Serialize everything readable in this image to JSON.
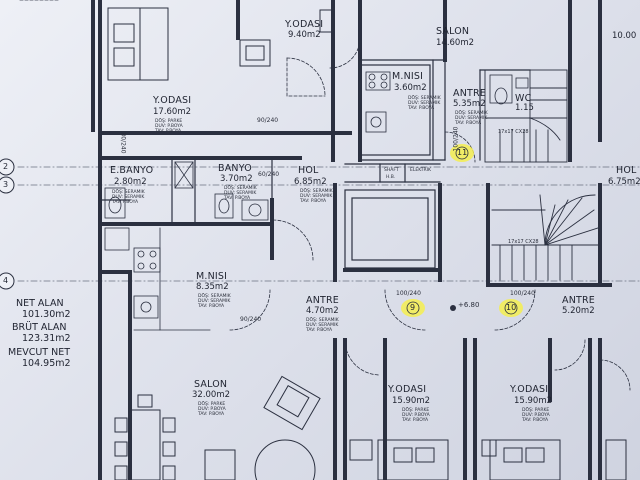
{
  "rooms": {
    "yodasi_top": {
      "name": "Y.ODASI",
      "area": "9.40m2"
    },
    "salon_top": {
      "name": "SALON",
      "area": "14.60m2"
    },
    "right_top": {
      "name": "",
      "area": "10.00"
    },
    "yodasi_left": {
      "name": "Y.ODASI",
      "area": "17.60m2"
    },
    "mnisi_top": {
      "name": "M.NISI",
      "area": "3.60m2"
    },
    "antre_top": {
      "name": "ANTRE",
      "area": "5.35m2"
    },
    "wc": {
      "name": "WC",
      "area": "1.15"
    },
    "ebanyo": {
      "name": "E.BANYO",
      "area": "2.80m2"
    },
    "banyo": {
      "name": "BANYO",
      "area": "3.70m2"
    },
    "hol": {
      "name": "HOL",
      "area": "6.85m2"
    },
    "hol_right": {
      "name": "HOL",
      "area": "6.75m2"
    },
    "mnisi_mid": {
      "name": "M.NISI",
      "area": "8.35m2"
    },
    "antre_mid": {
      "name": "ANTRE",
      "area": "4.70m2"
    },
    "antre_right": {
      "name": "ANTRE",
      "area": "5.20m2"
    },
    "salon_big": {
      "name": "SALON",
      "area": "32.00m2"
    },
    "yodasi_b1": {
      "name": "Y.ODASI",
      "area": "15.90m2"
    },
    "yodasi_b2": {
      "name": "Y.ODASI",
      "area": "15.90m2"
    }
  },
  "summary": {
    "net_label": "NET ALAN",
    "net_value": "101.30m2",
    "brut_label": "BRÜT ALAN",
    "brut_value": "123.31m2",
    "mevcut_label": "MEVCUT NET",
    "mevcut_value": "104.95m2"
  },
  "axes": [
    "2",
    "3",
    "4"
  ],
  "doors": {
    "d1": "90/240",
    "d2": "60/240",
    "d3": "90/240",
    "d4": "100/240",
    "d5": "100/240",
    "d6": "100/240",
    "d7": "80/240"
  },
  "markers": {
    "m9": "9",
    "m10": "10",
    "m11": "11",
    "elev": "+6.80"
  },
  "stairs": "17x17 CX28",
  "shaft_labels": {
    "a": "SHAFT",
    "b": "ELEKTRIK",
    "c": "H.B."
  },
  "finish_note": "DÖŞ: SERAMIK\nDUV: SERAMIK\nTAV: P.BOYA",
  "finish_note_parke": "DÖŞ: PARKE\nDUV: P.BOYA\nTAV: P.BOYA"
}
